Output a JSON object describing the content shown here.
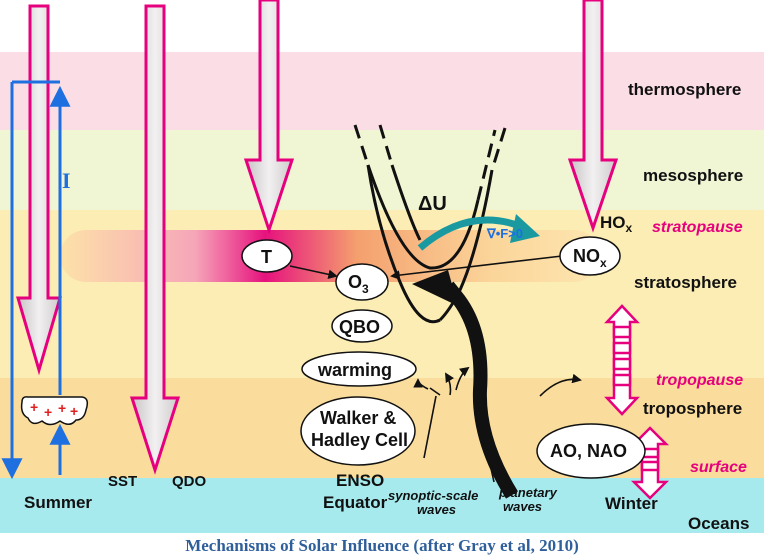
{
  "layers": {
    "thermosphere": "thermosphere",
    "mesosphere": "mesosphere",
    "stratopause": "stratopause",
    "stratosphere": "stratosphere",
    "tropopause": "tropopause",
    "troposphere": "troposphere",
    "surface": "surface",
    "oceans": "Oceans"
  },
  "nodes": {
    "T": "T",
    "O3": "O",
    "O3_sub": "3",
    "NOx": "NO",
    "NOx_sub": "x",
    "QBO": "QBO",
    "warming": "warming",
    "walker_line1": "Walker &",
    "walker_line2": "Hadley Cell",
    "ao_nao": "AO, NAO"
  },
  "labels": {
    "HOx": "HO",
    "HOx_sub": "x",
    "deltaU": "ΔU",
    "flux": "∇•F>0",
    "irradiance": "I",
    "summer": "Summer",
    "winter": "Winter",
    "SST": "SST",
    "QDO": "QDO",
    "ENSO": "ENSO",
    "equator": "Equator",
    "synoptic_1": "synoptic-scale",
    "synoptic_2": "waves",
    "planetary_1": "planetary",
    "planetary_2": "waves",
    "plus": "+"
  },
  "colors": {
    "thermo": "#fbdde5",
    "meso": "#f0f5d4",
    "strato": "#fbedb3",
    "tropo": "#fadd9c",
    "ocean": "#a6eaee",
    "magenta": "#e6007e",
    "teal": "#1a9aa0",
    "blue": "#1e6fe0"
  },
  "caption": "Mechanisms of Solar Influence (after Gray et al, 2010)"
}
